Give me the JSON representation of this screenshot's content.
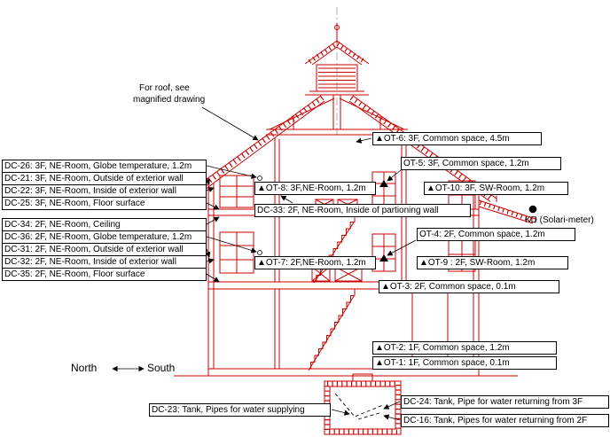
{
  "colors": {
    "line_red": "#cc0000",
    "leader_black": "#000000",
    "centerline_gray": "#999999",
    "background": "#ffffff"
  },
  "roof_note": {
    "line1": "For roof, see",
    "line2": "magnified drawing"
  },
  "compass": {
    "north": "North",
    "south": "South"
  },
  "solari_meter": {
    "label": "KD (Solari-meter)"
  },
  "left_labels_3f": [
    "DC-26: 3F, NE-Room, Globe temperature, 1.2m",
    "DC-21: 3F, NE-Room, Outside of exterior wall",
    "DC-22: 3F, NE-Room, Inside of exterior wall",
    "DC-25: 3F, NE-Room, Floor surface"
  ],
  "left_labels_2f": [
    "DC-34: 2F, NE-Room, Ceiling",
    "DC-36: 2F, NE-Room, Globe temperature, 1.2m",
    "DC-31: 2F, NE-Room, Outside of exterior wall",
    "DC-32: 2F, NE-Room, Inside of exterior wall",
    "DC-35: 2F, NE-Room, Floor surface"
  ],
  "center_labels": {
    "ot8": "▲OT-8: 3F,NE-Room, 1.2m",
    "dc33": "DC-33: 2F, NE-Room, Inside of partioning wall",
    "ot7": "▲OT-7: 2F,NE-Room, 1.2m"
  },
  "right_labels": {
    "ot6": "▲OT-6: 3F, Common space, 4.5m",
    "ot5": "OT-5: 3F, Common space, 1.2m",
    "ot10": "▲OT-10: 3F, SW-Room, 1.2m",
    "ot4": "OT-4: 2F, Common space, 1.2m",
    "ot9": "▲OT-9 : 2F, SW-Room, 1.2m",
    "ot3": "▲OT-3: 2F, Common space, 0.1m",
    "ot2": "▲OT-2: 1F, Common space, 1.2m",
    "ot1": "▲OT-1: 1F, Common space, 0.1m"
  },
  "tank_labels": {
    "dc23": "DC-23: Tank, Pipes for water supplying",
    "dc24": "DC-24: Tank, Pipe for water returning from 3F",
    "dc16": "DC-16: Tank, Pipes for water returning from 2F"
  }
}
